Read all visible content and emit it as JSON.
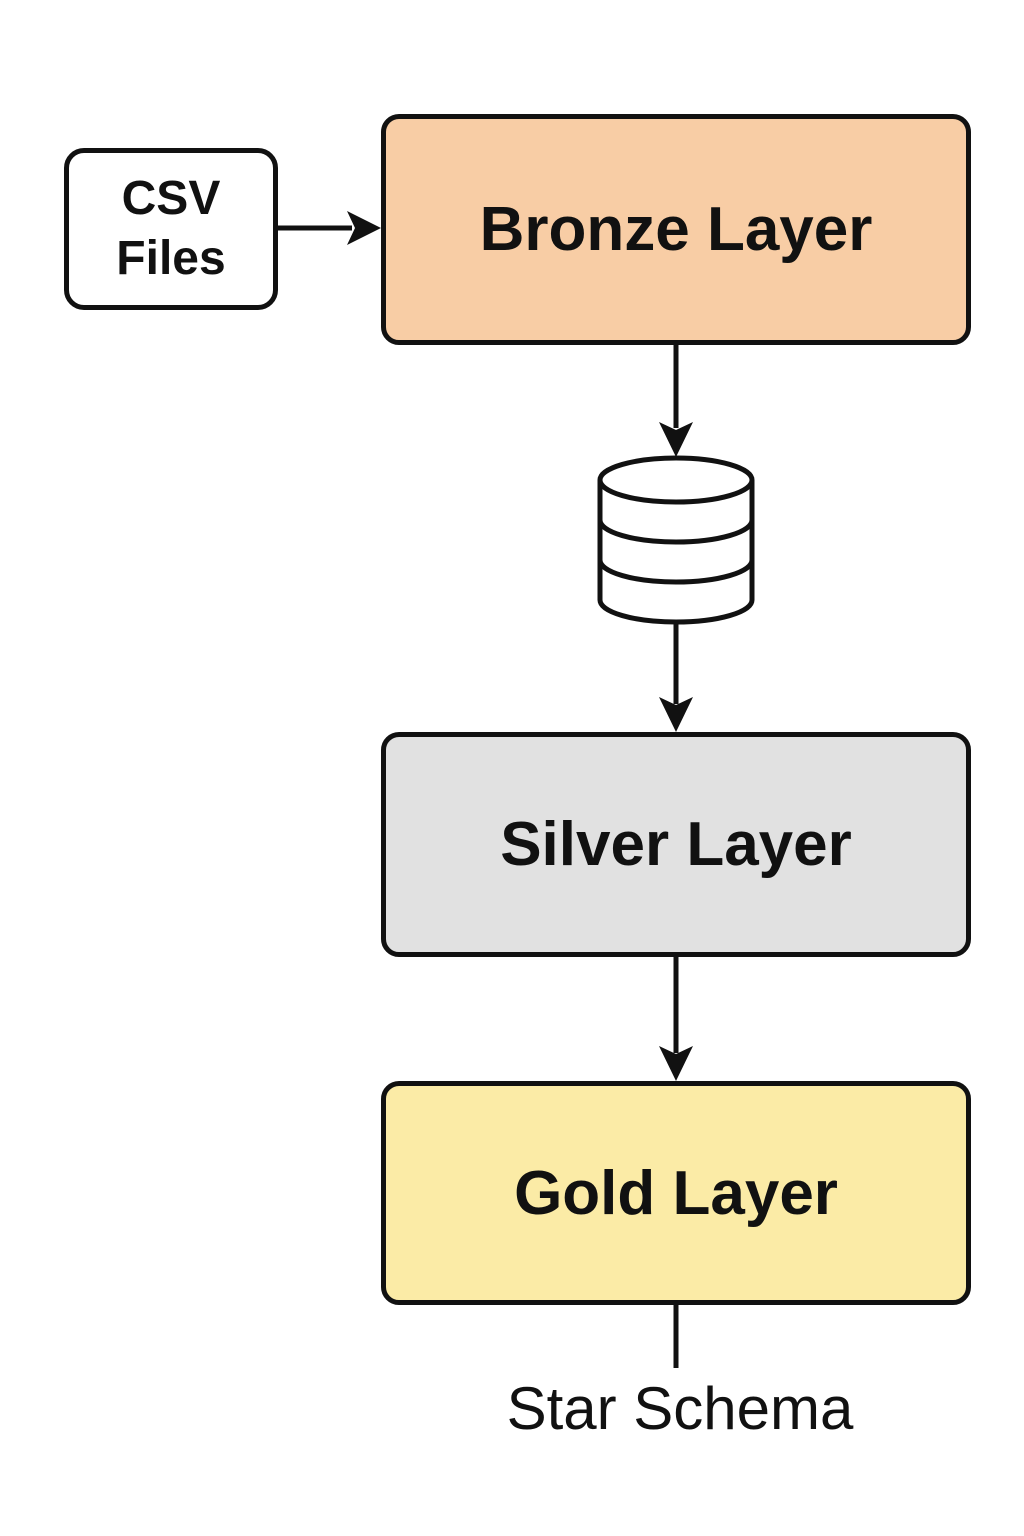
{
  "source": {
    "line1": "CSV",
    "line2": "Files"
  },
  "layers": {
    "bronze": {
      "label": "Bronze Layer",
      "color": "#f8cda5"
    },
    "silver": {
      "label": "Silver Layer",
      "color": "#e1e1e1"
    },
    "gold": {
      "label": "Gold Layer",
      "color": "#fbeba6"
    }
  },
  "storage_icon": "database-icon",
  "output": {
    "label": "Star Schema"
  },
  "colors": {
    "stroke": "#111111",
    "background": "#ffffff"
  }
}
